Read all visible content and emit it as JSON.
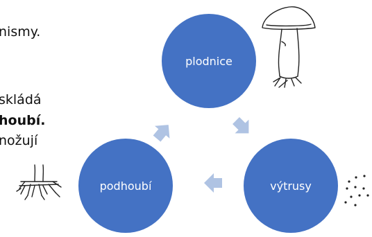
{
  "text": {
    "line1": "nismy.",
    "line2": "skládá",
    "line3": "houbí.",
    "line4": "nožují"
  },
  "cycle": {
    "nodes": [
      {
        "id": "plodnice",
        "label": "plodnice"
      },
      {
        "id": "vytrusy",
        "label": "výtrusy"
      },
      {
        "id": "podhoubi",
        "label": "podhoubí"
      }
    ],
    "arrows": [
      {
        "from": "plodnice",
        "to": "vytrusy"
      },
      {
        "from": "vytrusy",
        "to": "podhoubi"
      },
      {
        "from": "podhoubi",
        "to": "plodnice"
      }
    ]
  },
  "illustrations": {
    "top": "mushroom-sketch",
    "left": "mycelium-sketch",
    "right": "spores-sketch"
  },
  "colors": {
    "node_fill": "#4472C4",
    "arrow_fill": "#AFC3E3",
    "node_text": "#ffffff",
    "sketch_stroke": "#222222"
  }
}
